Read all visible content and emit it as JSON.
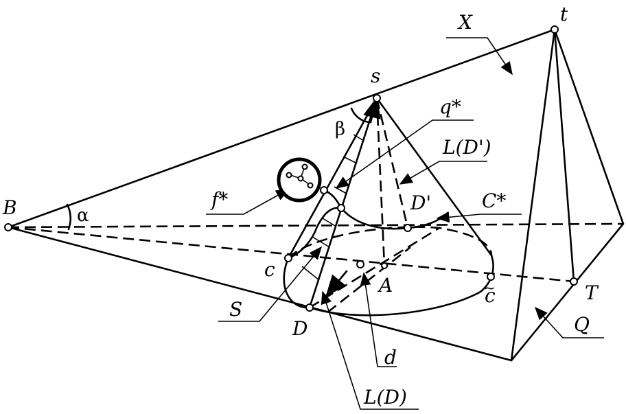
{
  "labels": {
    "X": "X",
    "t": "t",
    "s": "s",
    "q_star": "q*",
    "beta": "β",
    "L_Dprime": "L(D')",
    "f_star": "f*",
    "B": "B",
    "alpha": "α",
    "D_prime": "D'",
    "C_star": "C*",
    "c": "c",
    "A": "A",
    "c_tilde": "c",
    "T": "T",
    "S": "S",
    "D": "D",
    "Q": "Q",
    "d": "d",
    "L_D": "L(D)"
  }
}
